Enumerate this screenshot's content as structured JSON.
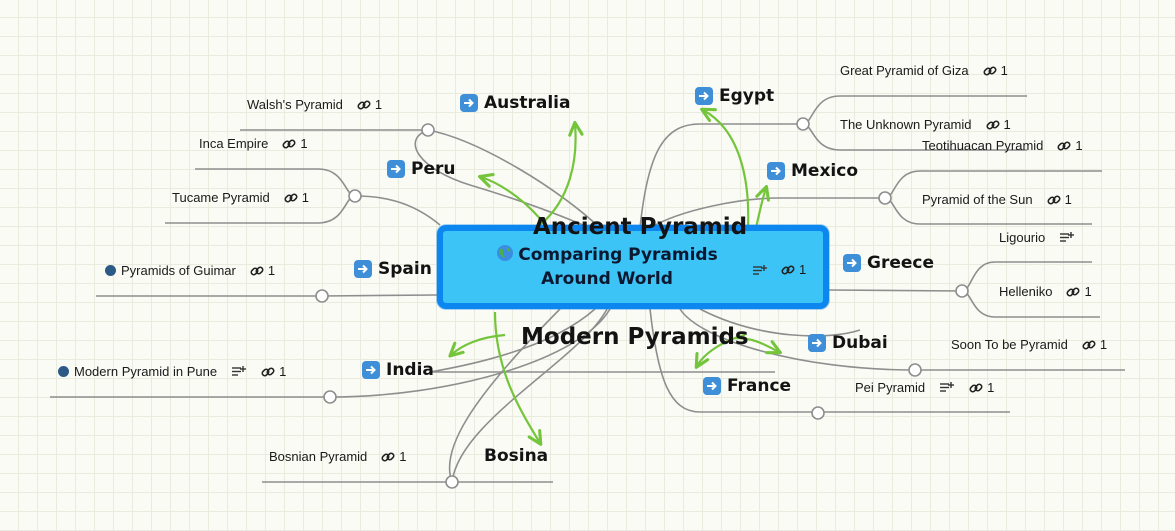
{
  "root": {
    "title": "Comparing Pyramids Around World",
    "link_count": "1"
  },
  "floating_topics": {
    "ancient": "Ancient Pyramid",
    "modern": "Modern Pyramids"
  },
  "branches": {
    "egypt": "Egypt",
    "australia": "Australia",
    "mexico": "Mexico",
    "peru": "Peru",
    "greece": "Greece",
    "spain": "Spain",
    "dubai": "Dubai",
    "india": "India",
    "france": "France",
    "bosina": "Bosina"
  },
  "leaves": {
    "giza": {
      "label": "Great Pyramid of Giza",
      "count": "1"
    },
    "unknown": {
      "label": "The Unknown Pyramid",
      "count": "1"
    },
    "teotihuacan": {
      "label": "Teotihuacan Pyramid",
      "count": "1"
    },
    "sun": {
      "label": "Pyramid of the Sun",
      "count": "1"
    },
    "ligourio": {
      "label": "Ligourio"
    },
    "helleniko": {
      "label": "Helleniko",
      "count": "1"
    },
    "walsh": {
      "label": "Walsh's Pyramid",
      "count": "1"
    },
    "inca": {
      "label": "Inca Empire",
      "count": "1"
    },
    "tucame": {
      "label": "Tucame Pyramid",
      "count": "1"
    },
    "guimar": {
      "label": "Pyramids of Guimar",
      "count": "1"
    },
    "pune": {
      "label": "Modern Pyramid in Pune",
      "count": "1"
    },
    "soon": {
      "label": "Soon To be Pyramid",
      "count": "1"
    },
    "pei": {
      "label": "Pei Pyramid",
      "count": "1"
    },
    "bosnian": {
      "label": "Bosnian Pyramid",
      "count": "1"
    }
  },
  "colors": {
    "root_fill": "#3cc4f6",
    "root_border": "#0c87f0",
    "connector": "#8e8e8e",
    "relationship": "#74c53b",
    "branch_icon": "#3e8fd8",
    "marker_dot": "#2c5a86"
  },
  "icons": [
    "globe-icon",
    "arrow-right-icon",
    "link-icon",
    "notes-icon",
    "bullet-dot-icon"
  ]
}
